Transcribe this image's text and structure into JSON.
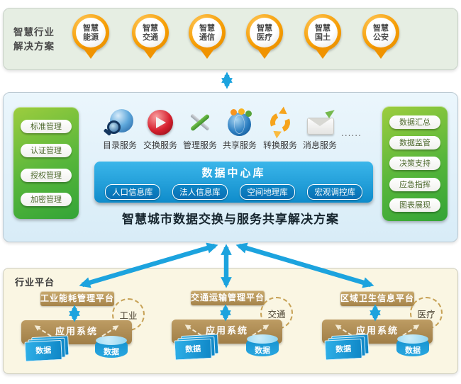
{
  "colors": {
    "arrow_blue": "#1CA3DE",
    "panel_green_top": "#9DCD3E",
    "panel_green_bottom": "#33A437",
    "pin_orange": "#F59B00",
    "data_center_blue_top": "#3BB6EA",
    "data_center_blue_bottom": "#0F8CCB",
    "database_button_blue": "#0A78BC",
    "platform_brown": "#AE8C52",
    "data_element_blue": "#1B9FD9",
    "top_panel_bg": "#E6EEE3",
    "middle_panel_bg": "#E2F0F9",
    "bottom_panel_bg": "#FAF6E3"
  },
  "top_section": {
    "label_line1": "智慧行业",
    "label_line2": "解决方案",
    "pins": [
      {
        "line1": "智慧",
        "line2": "能源"
      },
      {
        "line1": "智慧",
        "line2": "交通"
      },
      {
        "line1": "智慧",
        "line2": "通信"
      },
      {
        "line1": "智慧",
        "line2": "医疗"
      },
      {
        "line1": "智慧",
        "line2": "国土"
      },
      {
        "line1": "智慧",
        "line2": "公安"
      }
    ]
  },
  "middle_section": {
    "title": "智慧城市数据交换与服务共享解决方案",
    "left_panel": {
      "items": [
        "标准管理",
        "认证管理",
        "授权管理",
        "加密管理"
      ]
    },
    "right_panel": {
      "items": [
        "数据汇总",
        "数据监管",
        "决策支持",
        "应急指挥",
        "图表展现"
      ]
    },
    "services": [
      {
        "icon": "catalog-service-icon",
        "label": "目录服务"
      },
      {
        "icon": "exchange-service-icon",
        "label": "交换服务"
      },
      {
        "icon": "manage-service-icon",
        "label": "管理服务"
      },
      {
        "icon": "share-service-icon",
        "label": "共享服务"
      },
      {
        "icon": "convert-service-icon",
        "label": "转换服务"
      },
      {
        "icon": "message-service-icon",
        "label": "消息服务"
      }
    ],
    "services_ellipsis": "......",
    "data_center": {
      "title": "数据中心库",
      "databases": [
        "人口信息库",
        "法人信息库",
        "空间地理库",
        "宏观调控库"
      ]
    }
  },
  "bottom_section": {
    "label": "行业平台",
    "platforms": [
      {
        "name": "工业能耗管理平台",
        "tag": "工业",
        "app_system": "应用系统",
        "data_files": "数据",
        "data_db": "数据"
      },
      {
        "name": "交通运输管理平台",
        "tag": "交通",
        "app_system": "应用系统",
        "data_files": "数据",
        "data_db": "数据"
      },
      {
        "name": "区域卫生信息平台",
        "tag": "医疗",
        "app_system": "应用系统",
        "data_files": "数据",
        "data_db": "数据"
      }
    ]
  }
}
